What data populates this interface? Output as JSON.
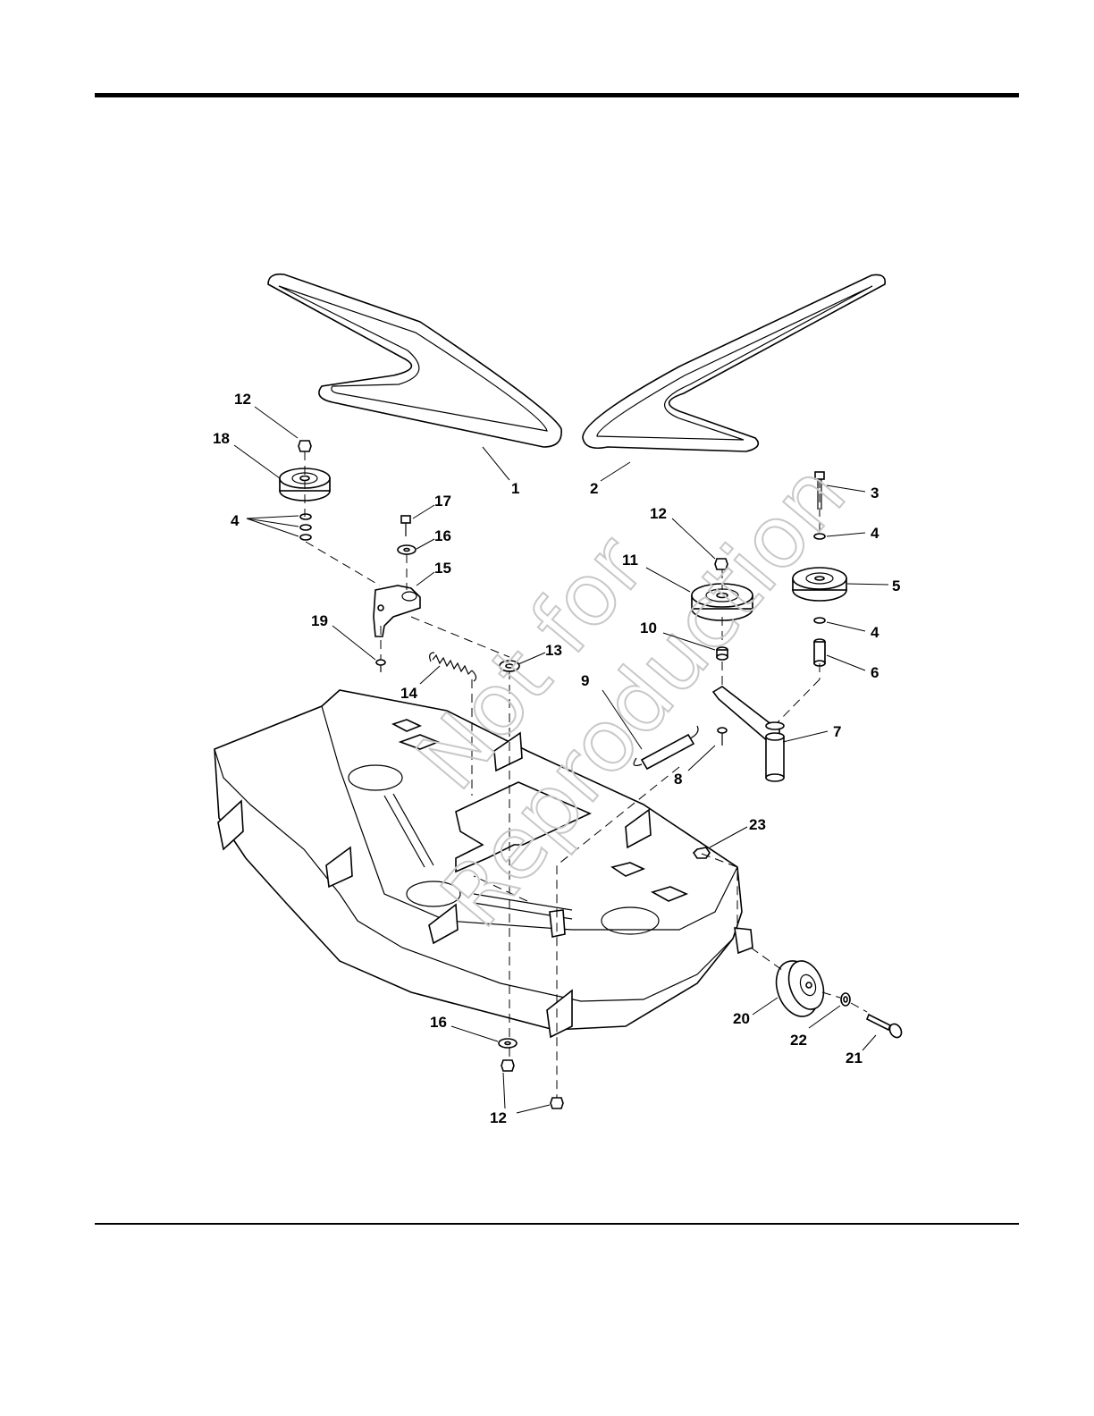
{
  "watermark": {
    "line1": "Not for",
    "line2": "Reproduction"
  },
  "callouts": [
    {
      "id": "c1",
      "label": "1"
    },
    {
      "id": "c2",
      "label": "2"
    },
    {
      "id": "c3",
      "label": "3"
    },
    {
      "id": "c4a",
      "label": "4"
    },
    {
      "id": "c4b",
      "label": "4"
    },
    {
      "id": "c4c",
      "label": "4"
    },
    {
      "id": "c5",
      "label": "5"
    },
    {
      "id": "c6",
      "label": "6"
    },
    {
      "id": "c7",
      "label": "7"
    },
    {
      "id": "c8",
      "label": "8"
    },
    {
      "id": "c9",
      "label": "9"
    },
    {
      "id": "c10",
      "label": "10"
    },
    {
      "id": "c11",
      "label": "11"
    },
    {
      "id": "c12a",
      "label": "12"
    },
    {
      "id": "c12b",
      "label": "12"
    },
    {
      "id": "c12c",
      "label": "12"
    },
    {
      "id": "c12d",
      "label": "12"
    },
    {
      "id": "c13",
      "label": "13"
    },
    {
      "id": "c14",
      "label": "14"
    },
    {
      "id": "c15",
      "label": "15"
    },
    {
      "id": "c16a",
      "label": "16"
    },
    {
      "id": "c16b",
      "label": "16"
    },
    {
      "id": "c17",
      "label": "17"
    },
    {
      "id": "c18",
      "label": "18"
    },
    {
      "id": "c19",
      "label": "19"
    },
    {
      "id": "c20",
      "label": "20"
    },
    {
      "id": "c21",
      "label": "21"
    },
    {
      "id": "c22",
      "label": "22"
    },
    {
      "id": "c23",
      "label": "23"
    }
  ]
}
